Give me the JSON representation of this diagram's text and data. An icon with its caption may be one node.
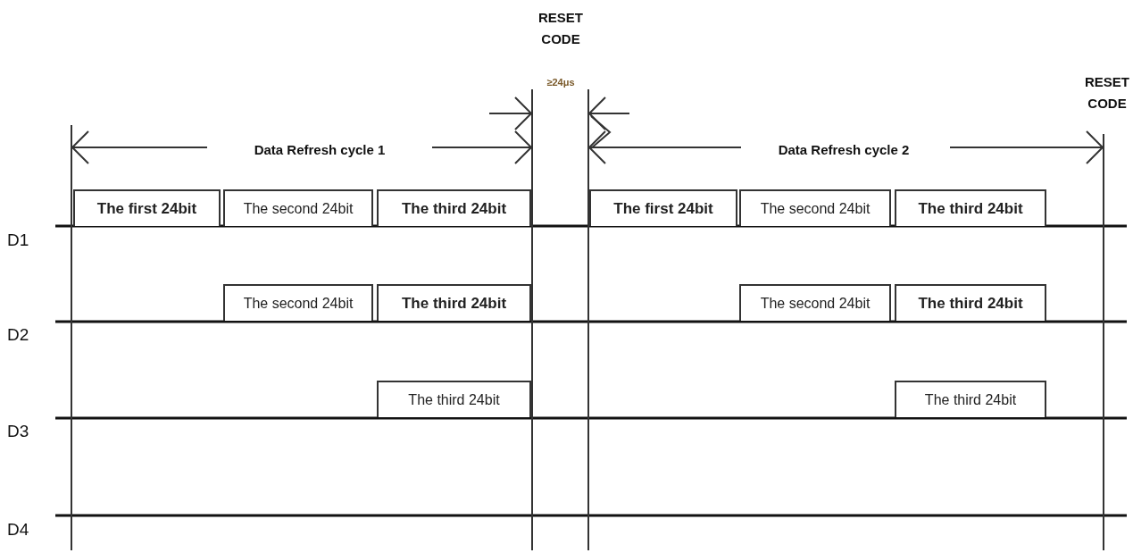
{
  "diagram": {
    "nodes": [
      {
        "text": [
          "The first 24bit"
        ]
      },
      {
        "text": [
          "The second 24bit"
        ]
      },
      {
        "text": [
          "The third 24bit"
        ]
      },
      {
        "text": [
          "The first 24bit"
        ]
      },
      {
        "text": [
          "The second 24bit"
        ]
      },
      {
        "text": [
          "The third 24bit"
        ]
      },
      {
        "text": [
          "The second 24bit"
        ]
      },
      {
        "text": [
          "The third 24bit"
        ]
      },
      {
        "text": [
          "The second 24bit"
        ]
      },
      {
        "text": [
          "The third 24bit"
        ]
      },
      {
        "text": [
          "The third 24bit"
        ]
      },
      {
        "text": [
          "The third 24bit"
        ]
      }
    ],
    "labels": [
      "RESET CODE",
      "≥24μs",
      "RESET CODE",
      "Data Refresh cycle 1",
      "Data Refresh cycle 2",
      "D1",
      "D2",
      "D3",
      "D4"
    ]
  }
}
